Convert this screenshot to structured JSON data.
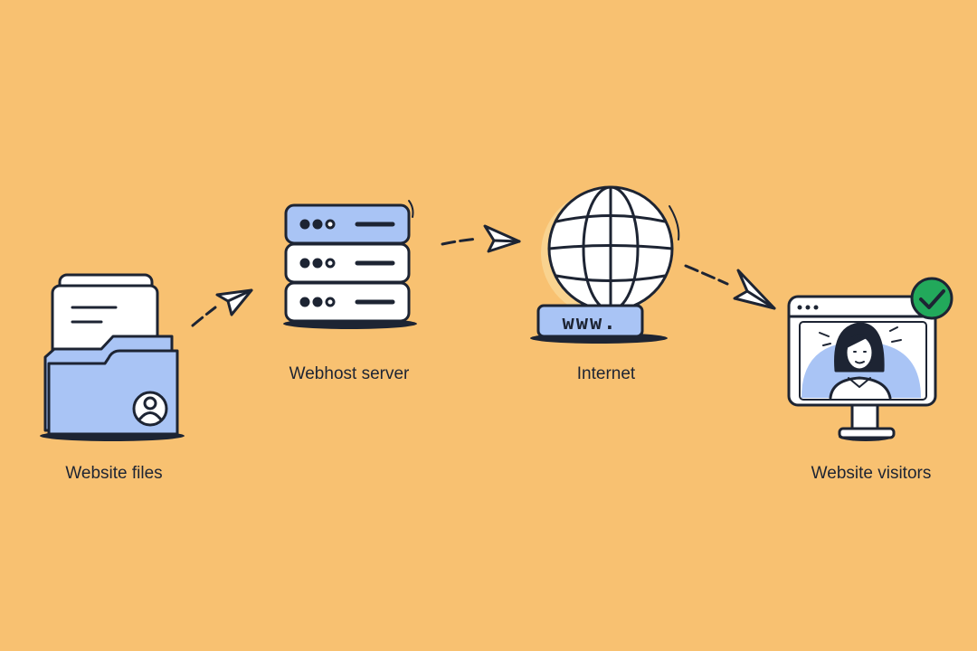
{
  "colors": {
    "background": "#f8c171",
    "outline": "#1d2433",
    "accent_blue": "#a9c4f5",
    "paper_white": "#ffffff",
    "check_green": "#22a95b"
  },
  "nodes": [
    {
      "id": "files",
      "label": "Website files",
      "icon": "folder-with-documents-icon"
    },
    {
      "id": "server",
      "label": "Webhost server",
      "icon": "server-rack-icon"
    },
    {
      "id": "internet",
      "label": "Internet",
      "icon": "globe-icon",
      "badge_text": "www."
    },
    {
      "id": "visitors",
      "label": "Website visitors",
      "icon": "monitor-with-person-icon",
      "status_icon": "checkmark-icon"
    }
  ],
  "connectors": [
    {
      "from": "files",
      "to": "server",
      "icon": "paper-plane-arrow-icon"
    },
    {
      "from": "server",
      "to": "internet",
      "icon": "paper-plane-arrow-icon"
    },
    {
      "from": "internet",
      "to": "visitors",
      "icon": "paper-plane-arrow-icon"
    }
  ]
}
